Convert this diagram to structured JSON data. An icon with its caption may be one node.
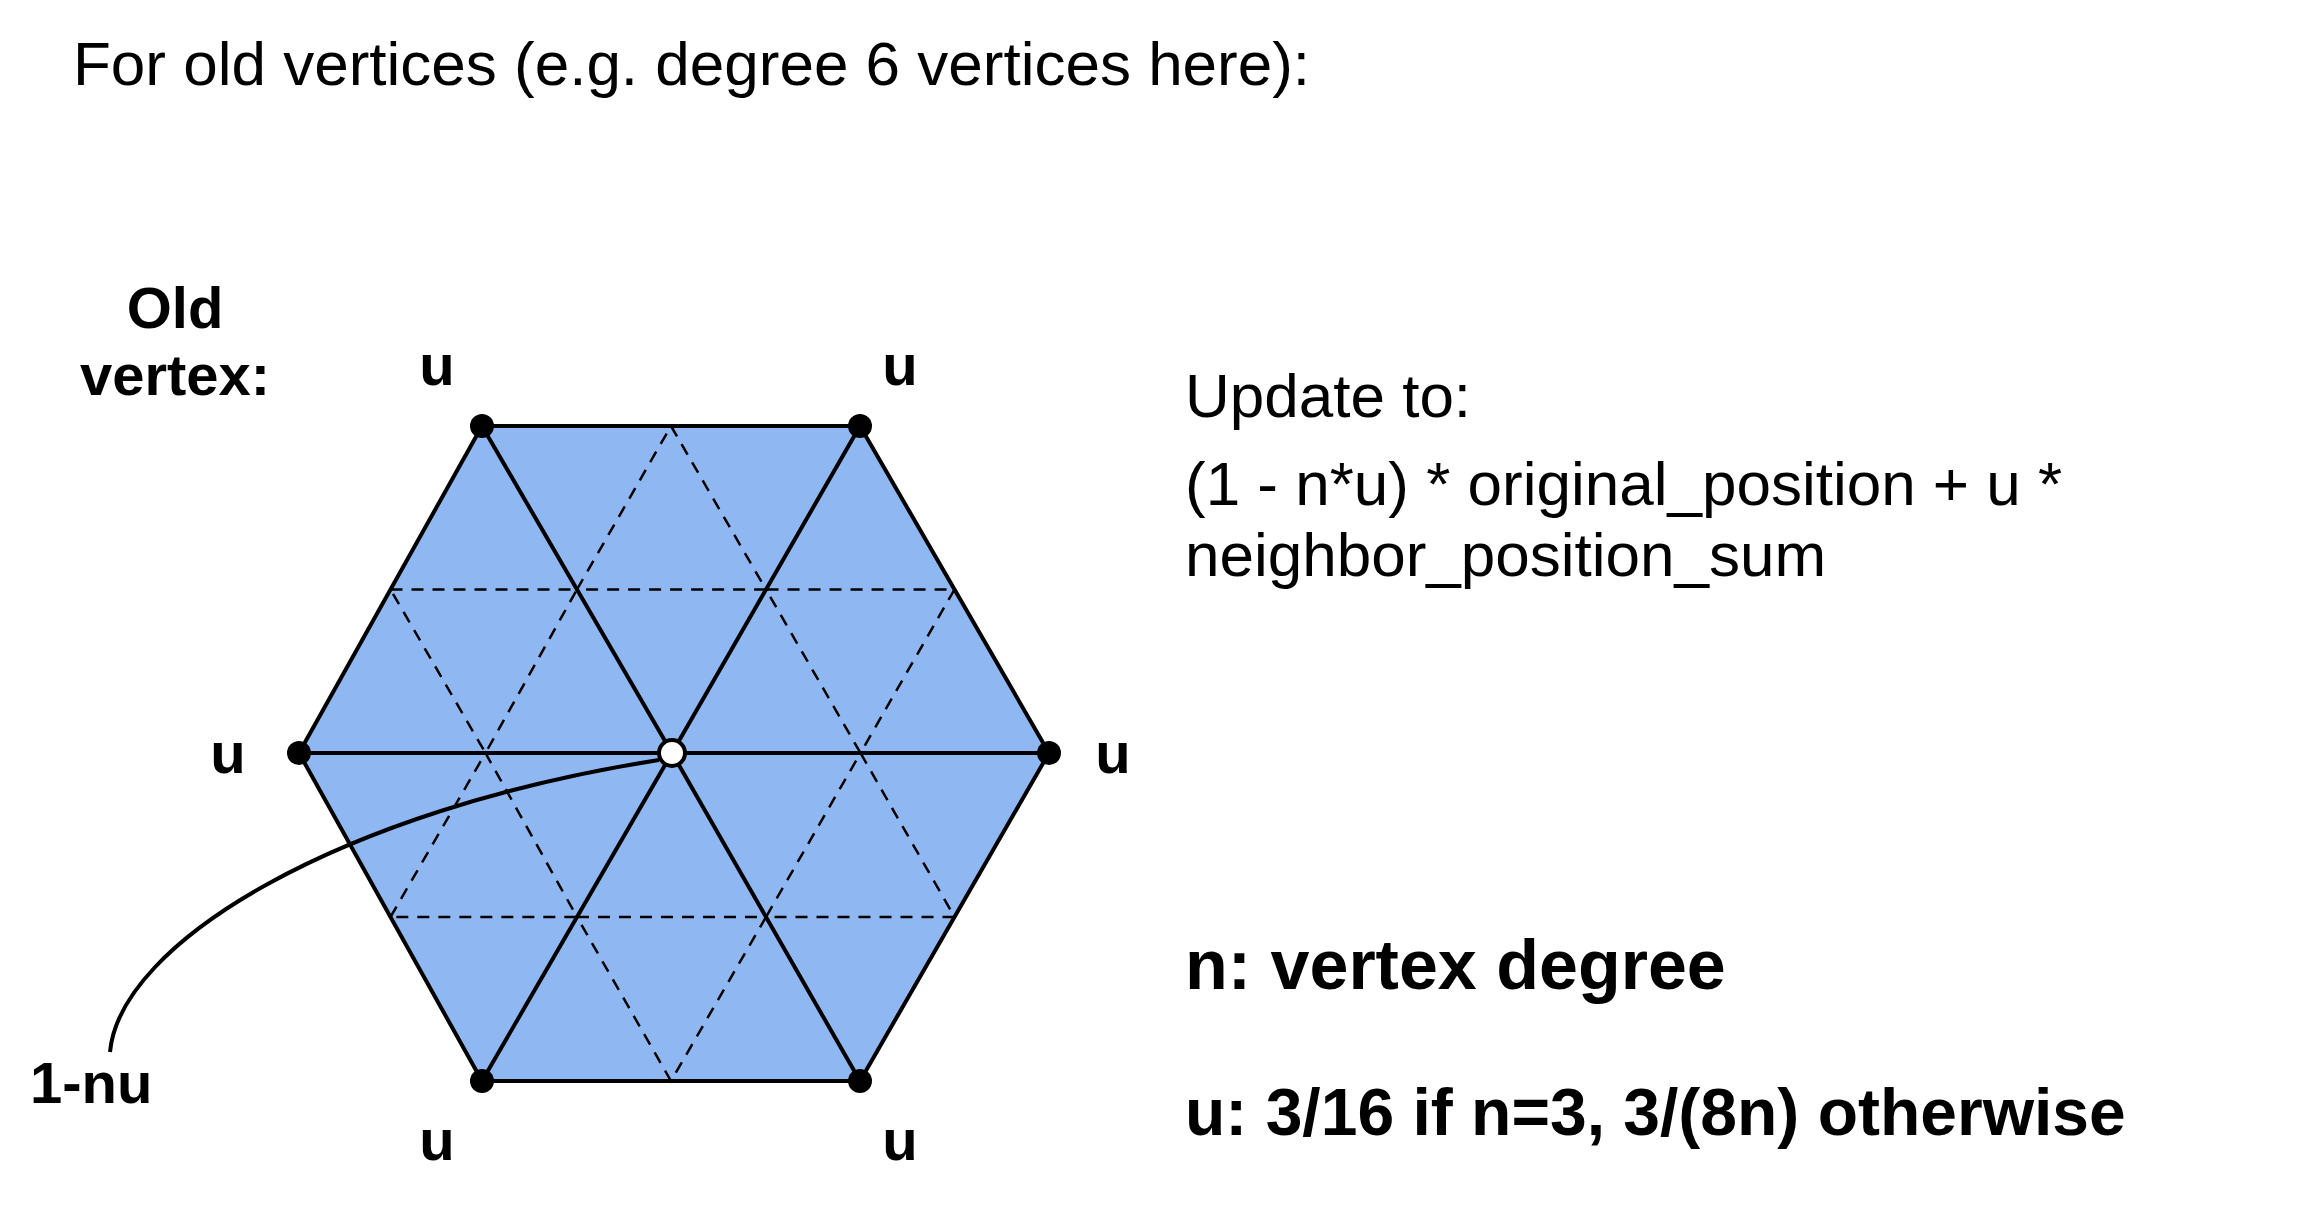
{
  "diagram": {
    "title": "For old vertices (e.g. degree 6 vertices here):",
    "nodes": [
      {
        "text": [
          "1-nu"
        ]
      },
      {
        "text": [],
        "shape": "circle"
      }
    ],
    "edges": [
      {
        "from": 0,
        "to": 1,
        "arrow": "none"
      }
    ],
    "labels": [
      "Old vertex:",
      "u",
      "u",
      "Update to:",
      "(1 - n*u) * original_position + u * neighbor_position_sum",
      "u",
      "u",
      "n: vertex degree",
      "u",
      "u",
      "u: 3/16 if n=3, 3/(8n) otherwise"
    ]
  }
}
